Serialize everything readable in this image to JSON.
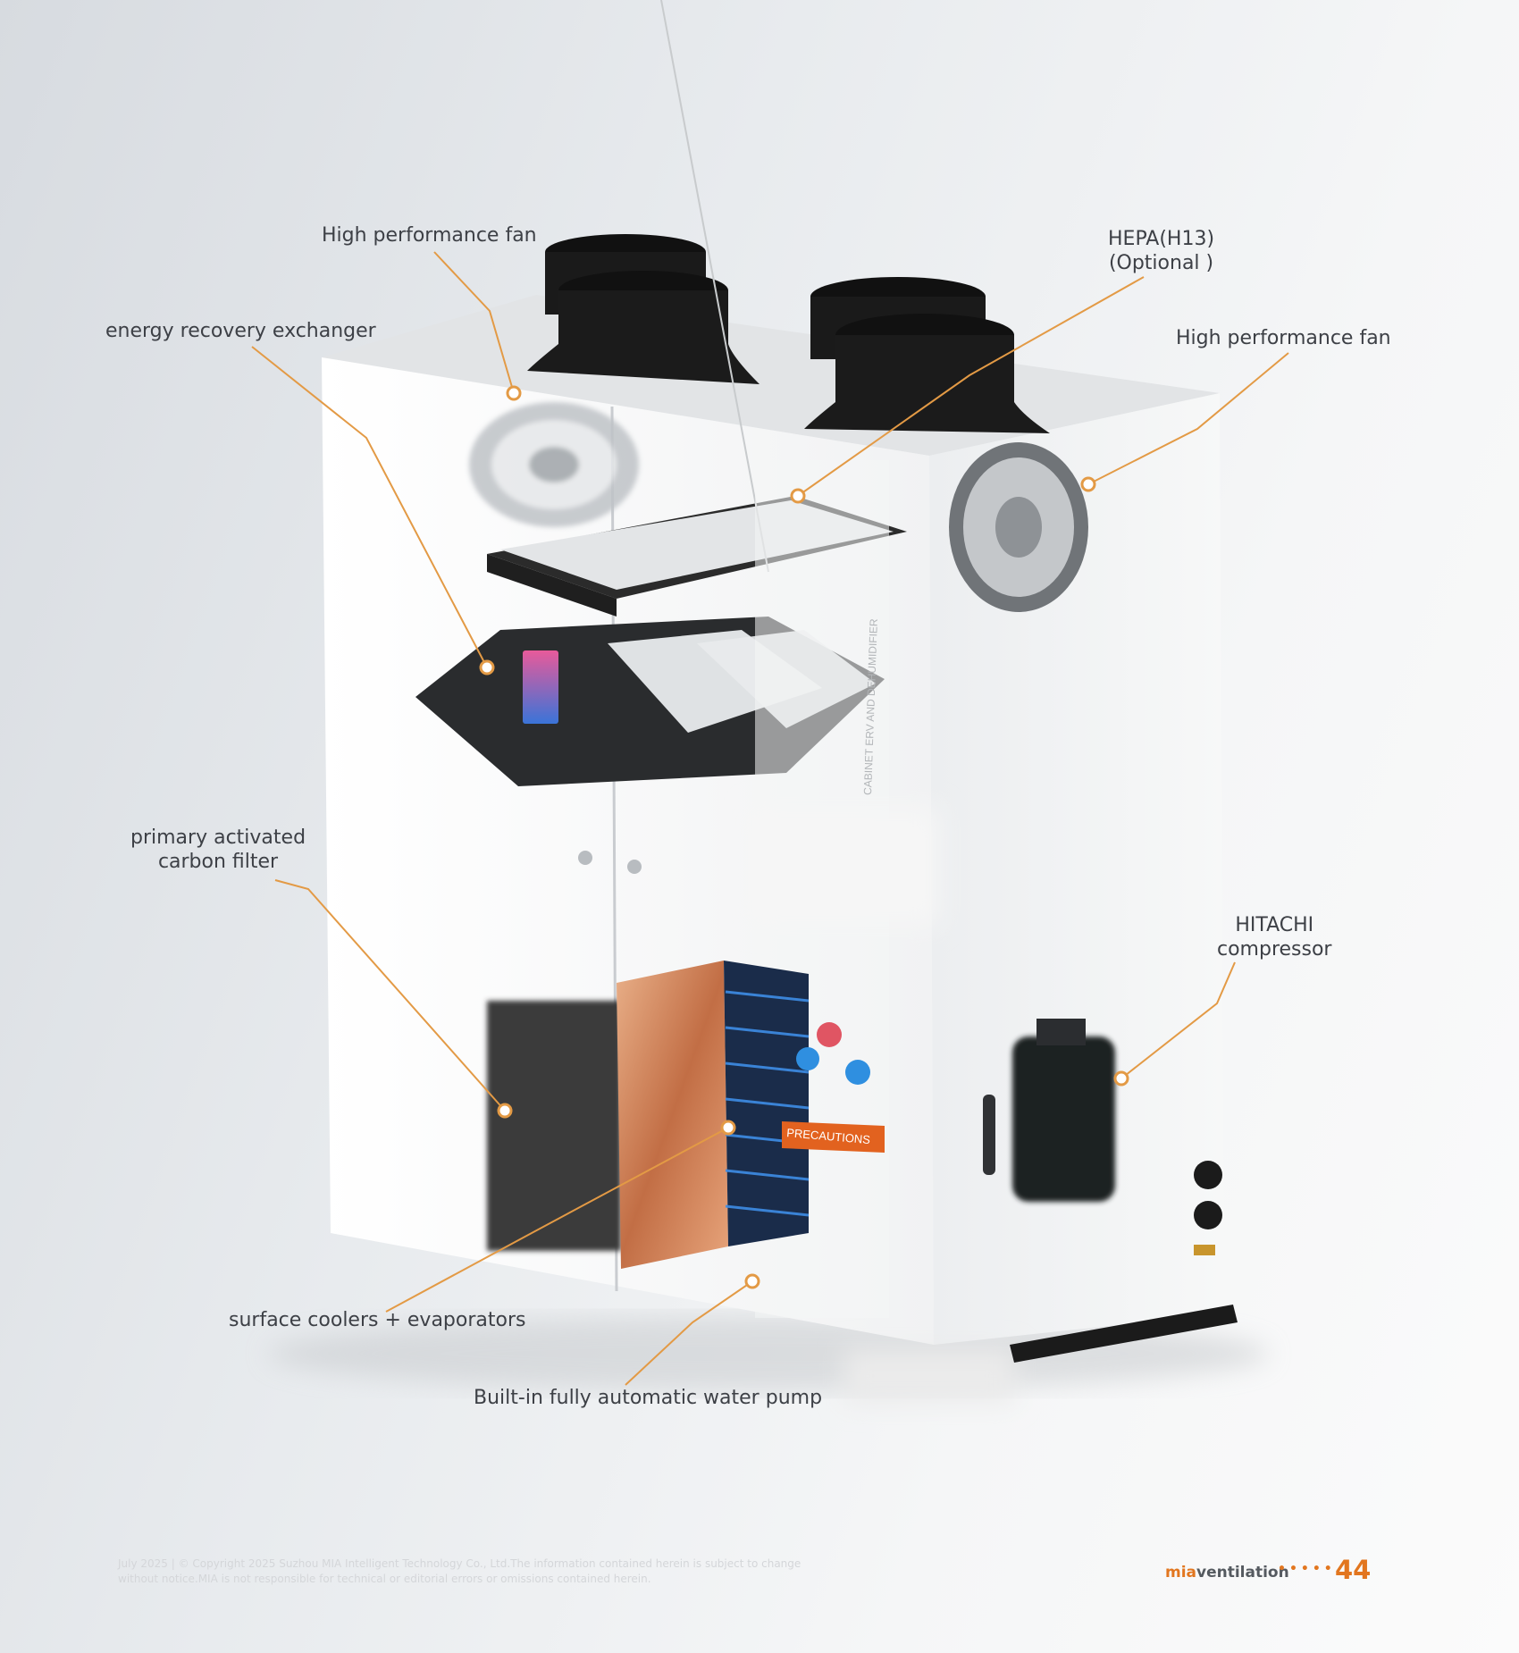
{
  "callouts": {
    "fan_top": "High performance fan",
    "hepa_line1": "HEPA(H13)",
    "hepa_line2": "(Optional )",
    "fan_right": "High performance fan",
    "energy_recovery": "energy recovery exchanger",
    "carbon_line1": "primary activated",
    "carbon_line2": "carbon filter",
    "compressor_line1": "HITACHI",
    "compressor_line2": "compressor",
    "coolers": "surface coolers + evaporators",
    "pump": "Built-in fully automatic water pump"
  },
  "product_markings": {
    "side_label": "CABINET ERV AND DEHUMIDIFIER",
    "precautions": "PRECAUTIONS"
  },
  "footer": {
    "line1": "July 2025 | © Copyright 2025 Suzhou MIA Intelligent Technology Co., Ltd.The information contained herein is subject to change",
    "line2": "without notice.MIA is not responsible for technical or editorial errors or omissions contained herein.",
    "brand_prefix": "mia",
    "brand_suffix": "ventilation",
    "dots": "•••••",
    "page_number": "44"
  },
  "colors": {
    "accent": "#e2761f",
    "leader_line": "#e39a45",
    "label_text": "#3d4046"
  }
}
